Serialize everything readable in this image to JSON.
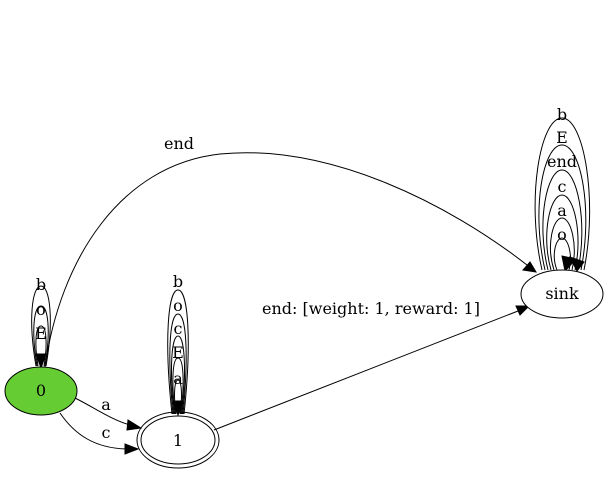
{
  "nodes": {
    "n0": {
      "label": "0",
      "fill": "#66cc33",
      "kind": "initial"
    },
    "n1": {
      "label": "1",
      "fill": "#ffffff",
      "kind": "accepting"
    },
    "sink": {
      "label": "sink",
      "fill": "#ffffff",
      "kind": "normal"
    }
  },
  "edges": {
    "n0_self": [
      "b",
      "o",
      "E"
    ],
    "n1_self": [
      "b",
      "o",
      "c",
      "E",
      "a"
    ],
    "sink_self": [
      "b",
      "E",
      "end",
      "c",
      "a",
      "o"
    ],
    "n0_sink": "end",
    "n0_n1_a": "a",
    "n0_n1_c": "c",
    "n1_sink": "end: [weight: 1, reward: 1]"
  }
}
